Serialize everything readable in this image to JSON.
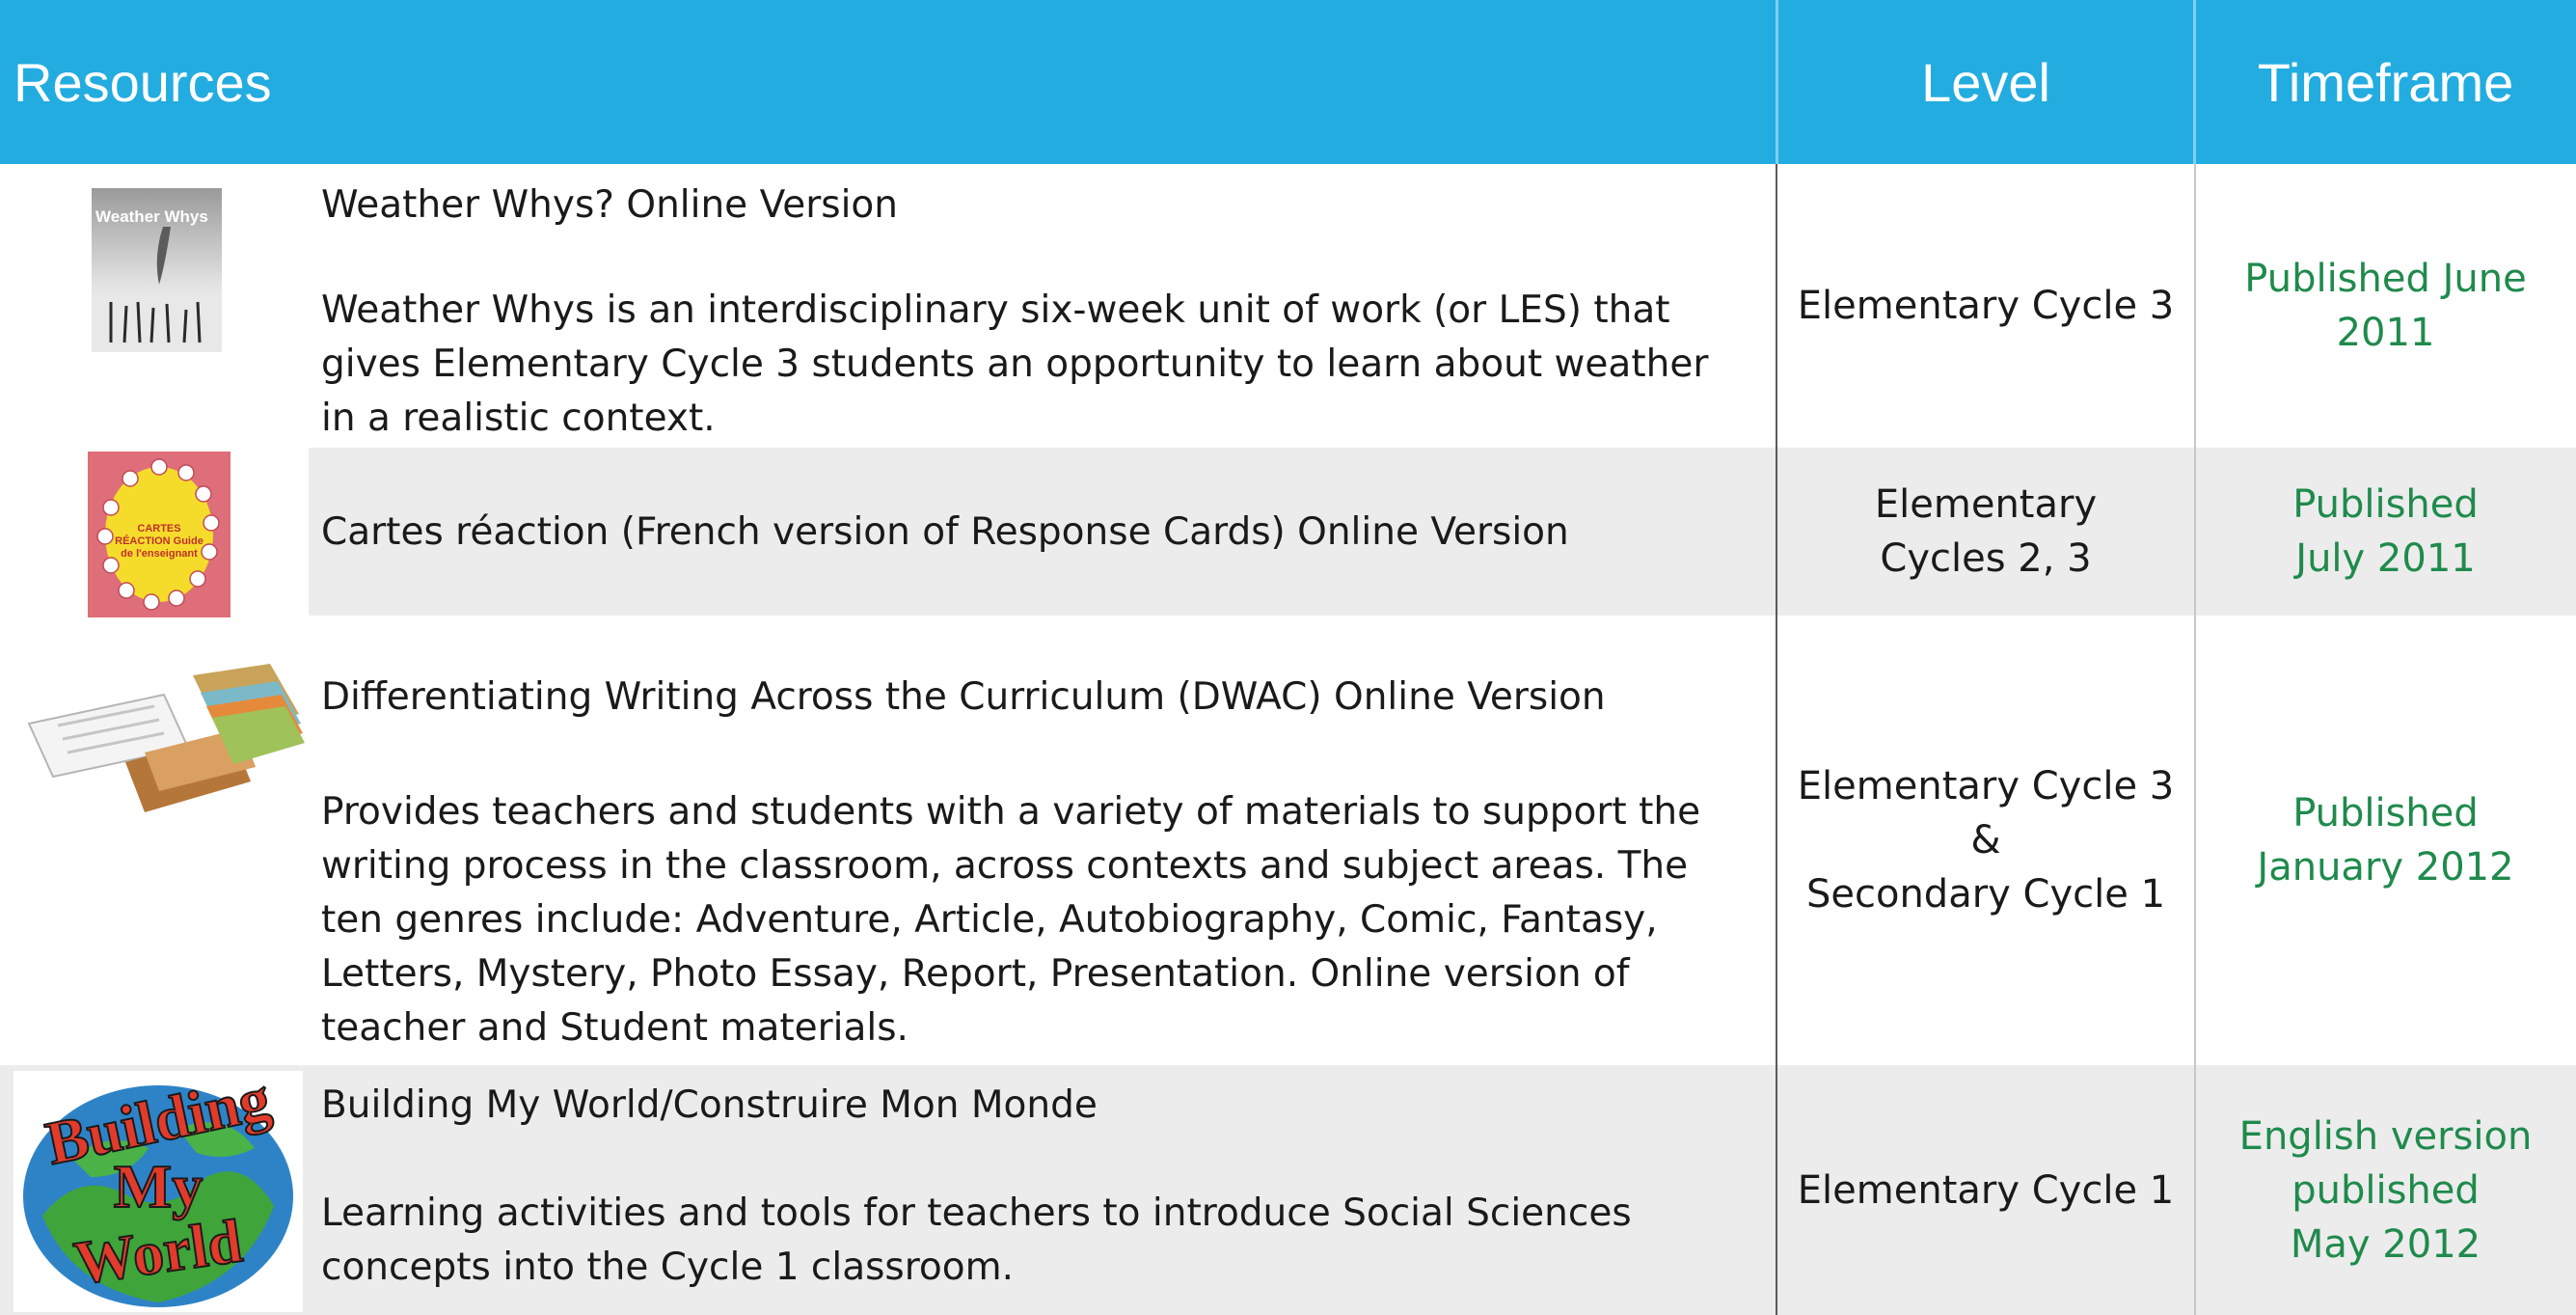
{
  "header": {
    "resources": "Resources",
    "level": "Level",
    "timeframe": "Timeframe"
  },
  "rows": [
    {
      "thumb_text": "Weather Whys",
      "title": "Weather Whys? Online Version",
      "description": "Weather Whys is an interdisciplinary six-week unit of work (or LES) that gives Elementary Cycle 3 students an opportunity to learn about weather in a realistic context.",
      "level": "Elementary Cycle 3",
      "timeframe": "Published June\n2011"
    },
    {
      "thumb_text": "CARTES RÉACTION Guide de l'enseignant",
      "title": "Cartes réaction (French version of Response Cards) Online Version",
      "description": "",
      "level": "Elementary\nCycles 2, 3",
      "timeframe": "Published\nJuly 2011"
    },
    {
      "title": "Differentiating Writing Across the Curriculum (DWAC) Online Version",
      "description": "Provides teachers and students with a variety of materials to support the writing process in the classroom, across contexts and subject areas. The ten genres include: Adventure, Article, Autobiography, Comic, Fantasy, Letters, Mystery, Photo Essay, Report, Presentation. Online version of teacher and Student materials.",
      "level": "Elementary Cycle 3\n&\nSecondary Cycle 1",
      "timeframe": "Published\nJanuary 2012"
    },
    {
      "thumb_text": [
        "Building",
        "My",
        "World"
      ],
      "title": "Building My World/Construire Mon Monde",
      "description": "Learning activities and tools for teachers to introduce Social Sciences concepts into the Cycle 1 classroom.",
      "level": "Elementary Cycle 1",
      "timeframe": "English version\npublished\nMay 2012"
    }
  ],
  "colors": {
    "header_bg": "#23ace0",
    "header_text": "#ffffff",
    "row_shade": "#ececec",
    "timeframe_text": "#1f8a4c"
  }
}
